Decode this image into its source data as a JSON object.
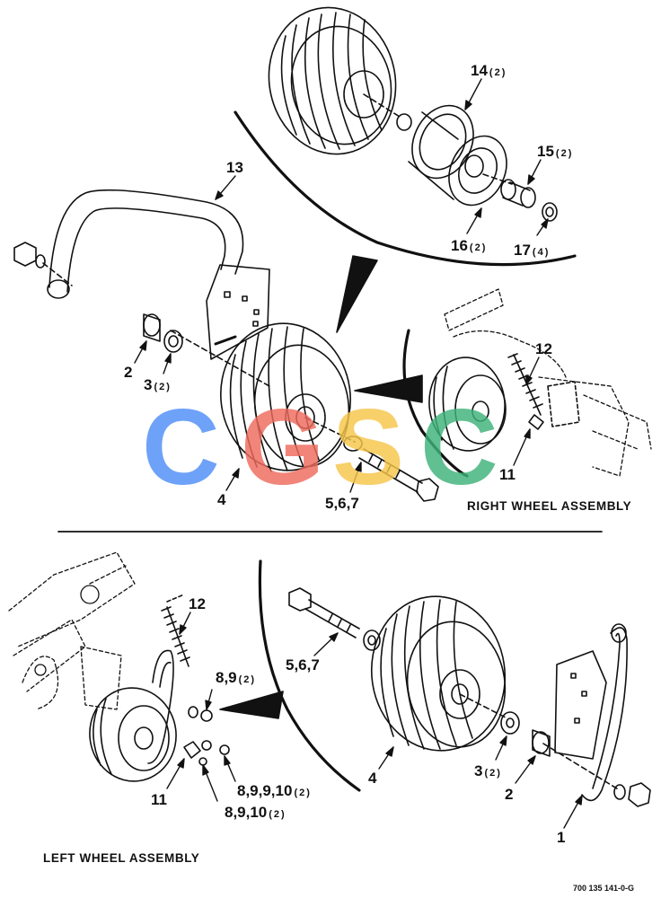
{
  "watermark": {
    "letters": [
      "C",
      "G",
      "S",
      "C"
    ],
    "colors": [
      "#4f8ef7",
      "#ee6b5e",
      "#f7c64a",
      "#3fb37a"
    ]
  },
  "sections": {
    "right_title": "RIGHT WHEEL ASSEMBLY",
    "left_title": "LEFT WHEEL ASSEMBLY"
  },
  "callouts": {
    "upper": [
      {
        "num": "14",
        "qty": "(2)"
      },
      {
        "num": "13",
        "qty": ""
      },
      {
        "num": "15",
        "qty": "(2)"
      },
      {
        "num": "16",
        "qty": "(2)"
      },
      {
        "num": "17",
        "qty": "(4)"
      },
      {
        "num": "12",
        "qty": ""
      },
      {
        "num": "2",
        "qty": ""
      },
      {
        "num": "3",
        "qty": "(2)"
      },
      {
        "num": "4",
        "qty": ""
      },
      {
        "num": "5,6,7",
        "qty": ""
      },
      {
        "num": "11",
        "qty": ""
      }
    ],
    "lower": [
      {
        "num": "12",
        "qty": ""
      },
      {
        "num": "5,6,7",
        "qty": ""
      },
      {
        "num": "8,9",
        "qty": "(2)"
      },
      {
        "num": "4",
        "qty": ""
      },
      {
        "num": "3",
        "qty": "(2)"
      },
      {
        "num": "2",
        "qty": ""
      },
      {
        "num": "1",
        "qty": ""
      },
      {
        "num": "11",
        "qty": ""
      },
      {
        "num": "8,9,9,10",
        "qty": "(2)"
      },
      {
        "num": "8,9,10",
        "qty": "(2)"
      }
    ]
  },
  "drawing_code": "700 135 141-0-G"
}
